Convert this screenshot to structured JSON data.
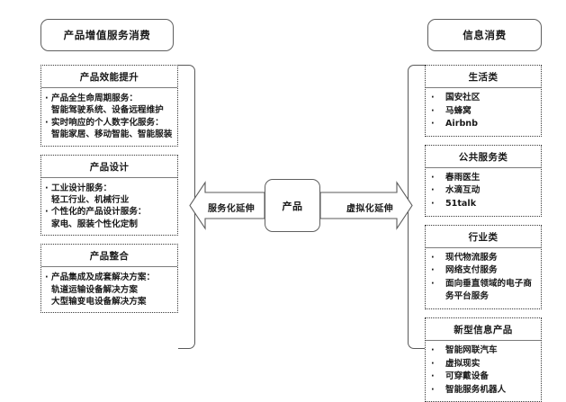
{
  "meta": {
    "accent_border": "#3a3a3a",
    "line_color": "#5f5f5f",
    "background": "#ffffff"
  },
  "left_column": {
    "header": "产品增值服务消费",
    "cards": [
      {
        "title": "产品效能提升",
        "items": [
          {
            "head": "产品全生命周期服务：",
            "sub": "智能驾驶系统、设备远程维护"
          },
          {
            "head": "实时响应的个人数字化服务：",
            "sub": "智能家居、移动智能、智能服装"
          }
        ]
      },
      {
        "title": "产品设计",
        "items": [
          {
            "head": "工业设计服务：",
            "sub": "轻工行业、机械行业"
          },
          {
            "head": "个性化的产品设计服务：",
            "sub": "家电、服装个性化定制"
          }
        ]
      },
      {
        "title": "产品整合",
        "items": [
          {
            "head": "产品集成及成套解决方案：",
            "sub": "轨道运输设备解决方案"
          },
          {
            "head": "",
            "sub": "大型输变电设备解决方案"
          }
        ]
      }
    ]
  },
  "right_column": {
    "header": "信息消费",
    "cards": [
      {
        "title": "生活类",
        "items": [
          "国安社区",
          "马蜂窝",
          "Airbnb"
        ]
      },
      {
        "title": "公共服务类",
        "items": [
          "春雨医生",
          "水滴互动",
          "51talk"
        ]
      },
      {
        "title": "行业类",
        "items": [
          "现代物流服务",
          "网络支付服务",
          "面向垂直领域的电子商务平台服务"
        ]
      },
      {
        "title": "新型信息产品",
        "items": [
          "智能网联汽车",
          "虚拟现实",
          "可穿戴设备",
          "智能服务机器人"
        ]
      }
    ]
  },
  "center": {
    "product_label": "产品",
    "arrow_left_label": "服务化延伸",
    "arrow_right_label": "虚拟化延伸"
  }
}
